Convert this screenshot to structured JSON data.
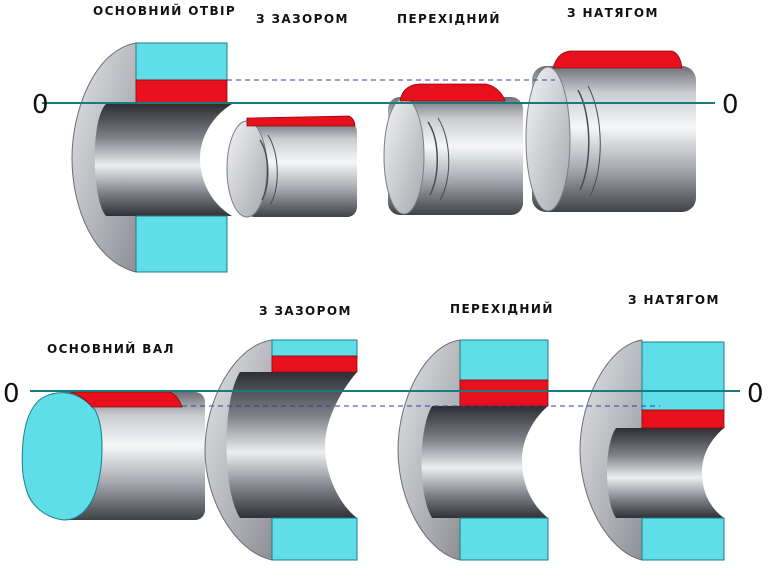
{
  "top_row": {
    "base_label": "ОСНОВНИЙ ОТВІР",
    "fit_labels": [
      "З ЗАЗОРОМ",
      "ПЕРЕХІДНИЙ",
      "З НАТЯГОМ"
    ],
    "zero_left": "0",
    "zero_right": "0"
  },
  "bottom_row": {
    "base_label": "ОСНОВНИЙ ВАЛ",
    "fit_labels": [
      "З ЗАЗОРОМ",
      "ПЕРЕХІДНИЙ",
      "З НАТЯГОМ"
    ],
    "zero_left": "0",
    "zero_right": "0"
  },
  "colors": {
    "base_deviation_zone": "#e8101c",
    "tolerance_zone": "#5fdde8",
    "zero_line": "#177b7f",
    "reference_line": "#3a3aa8",
    "metal": "#b4b6bb"
  }
}
